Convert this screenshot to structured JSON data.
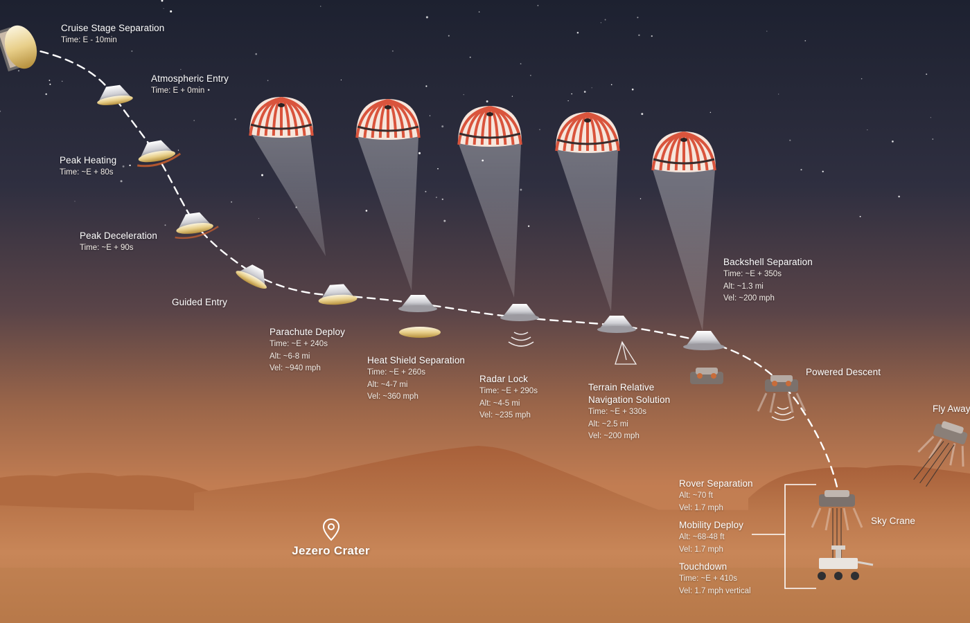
{
  "location": {
    "name": "Jezero Crater",
    "icon": "map-pin-icon"
  },
  "colors": {
    "sky_top": "#20232f",
    "sky_mid": "#4a3d46",
    "horizon": "#b9784f",
    "ground": "#c98656",
    "ground_far": "#a45e35",
    "parachute_red": "#d9543c",
    "path": "#ffffff"
  },
  "stages": {
    "cruise": {
      "title": "Cruise Stage Separation",
      "d1": "Time: E - 10min"
    },
    "entry": {
      "title": "Atmospheric Entry",
      "d1": "Time: E + 0min"
    },
    "heating": {
      "title": "Peak Heating",
      "d1": "Time: ~E + 80s"
    },
    "decel": {
      "title": "Peak Deceleration",
      "d1": "Time: ~E + 90s"
    },
    "guided": {
      "title": "Guided Entry"
    },
    "parachute": {
      "title": "Parachute Deploy",
      "d1": "Time: ~E + 240s",
      "d2": "Alt: ~6-8 mi",
      "d3": "Vel: ~940 mph"
    },
    "heatshield": {
      "title": "Heat Shield Separation",
      "d1": "Time: ~E + 260s",
      "d2": "Alt: ~4-7 mi",
      "d3": "Vel: ~360 mph"
    },
    "radar": {
      "title": "Radar Lock",
      "d1": "Time: ~E + 290s",
      "d2": "Alt: ~4-5 mi",
      "d3": "Vel: ~235 mph"
    },
    "trn": {
      "title1": "Terrain Relative",
      "title2": "Navigation Solution",
      "d1": "Time: ~E + 330s",
      "d2": "Alt: ~2.5 mi",
      "d3": "Vel: ~200 mph"
    },
    "backshell": {
      "title": "Backshell Separation",
      "d1": "Time: ~E + 350s",
      "d2": "Alt: ~1.3 mi",
      "d3": "Vel: ~200 mph"
    },
    "powered": {
      "title": "Powered Descent"
    },
    "flyaway": {
      "title": "Fly Away"
    },
    "skycrane": {
      "title": "Sky Crane"
    },
    "roversep": {
      "title": "Rover Separation",
      "d1": "Alt: ~70 ft",
      "d2": "Vel: 1.7 mph"
    },
    "mobility": {
      "title": "Mobility Deploy",
      "d1": "Alt: ~68-48 ft",
      "d2": "Vel: 1.7 mph"
    },
    "touchdown": {
      "title": "Touchdown",
      "d1": "Time: ~E + 410s",
      "d2": "Vel: 1.7 mph vertical"
    }
  }
}
